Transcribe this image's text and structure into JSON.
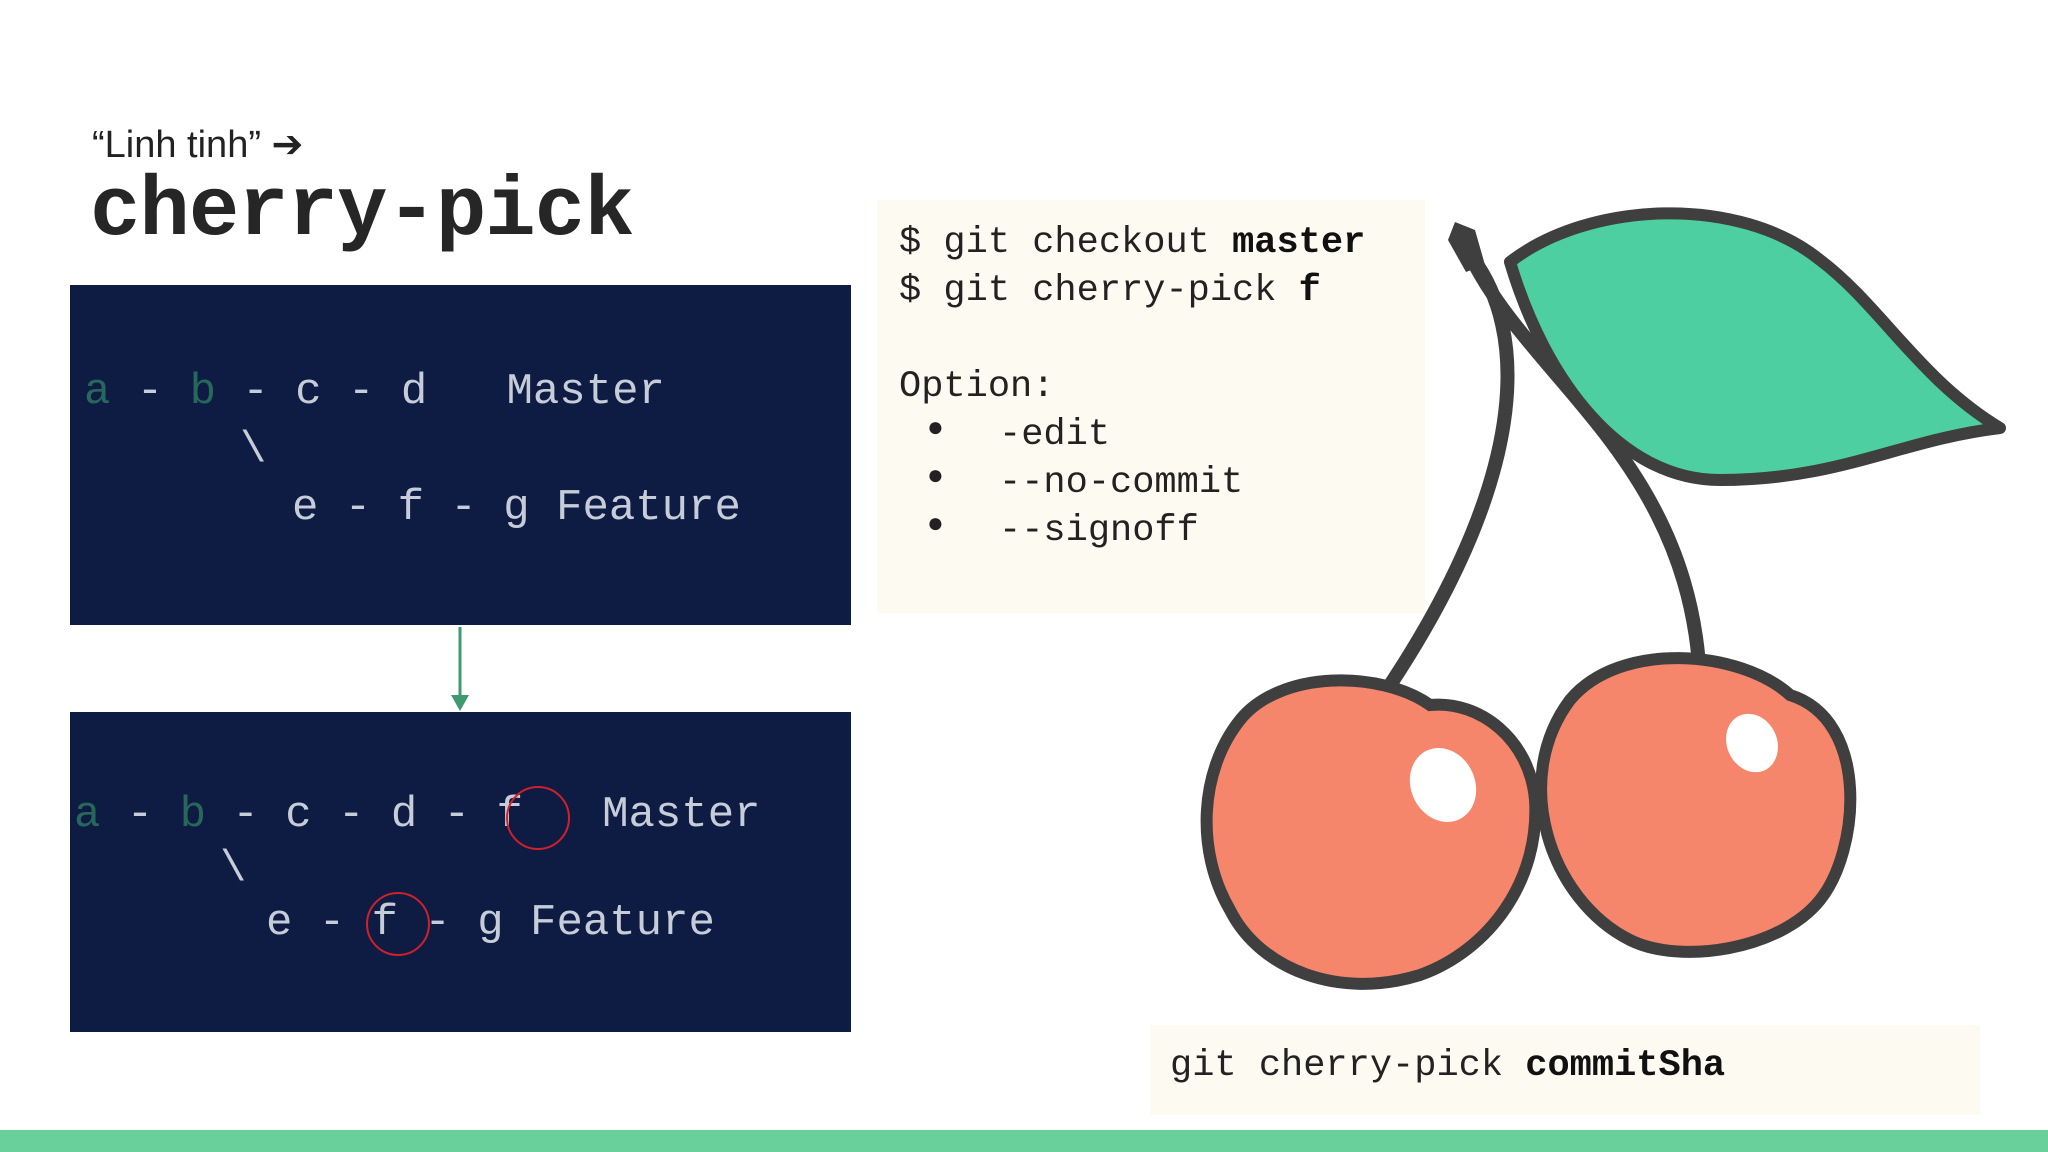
{
  "slide": {
    "subtitle": "“Linh tinh” ➔",
    "title": "cherry-pick"
  },
  "before_panel": {
    "line1": {
      "a": "a",
      "d1": " - ",
      "b": "b",
      "rest": " - c - d   Master"
    },
    "line2": "\\",
    "line3": "e - f - g Feature"
  },
  "after_panel": {
    "line1": {
      "a": "a",
      "d1": " - ",
      "b": "b",
      "rest": " - c - d - f   Master"
    },
    "line2": "\\",
    "line3": "e - f - g Feature"
  },
  "commands": {
    "line1_prefix": "$ git checkout ",
    "line1_bold": "master",
    "line2_prefix": "$ git cherry-pick ",
    "line2_bold": "f",
    "options_label": "Option:",
    "bullet": "●",
    "options": [
      "-edit",
      "--no-commit",
      "--signoff"
    ]
  },
  "usage": {
    "prefix": "git cherry-pick ",
    "bold": "commitSha"
  },
  "colors": {
    "panel_bg": "#0e1c44",
    "accent_green": "#69d09b",
    "cherry_red": "#f5866b",
    "leaf_green": "#4ecfa2",
    "highlight_circle": "#d0202a"
  },
  "icons": [
    "right-arrow-icon",
    "down-arrow-icon",
    "cherry-illustration"
  ]
}
